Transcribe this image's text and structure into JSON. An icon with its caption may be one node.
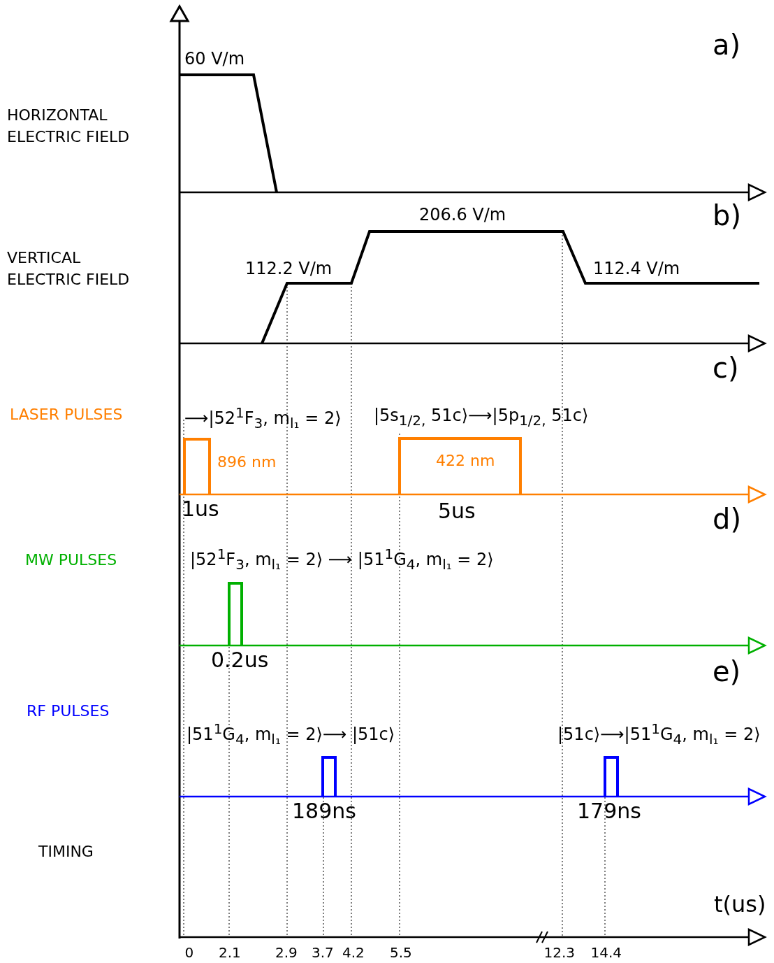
{
  "diagram": {
    "labels": [
      "a)",
      "60 V/m",
      "HORIZONTAL ELECTRIC FIELD",
      "b)",
      "206.6 V/m",
      "VERTICAL ELECTRIC FIELD",
      "112.2 V/m",
      "112.4 V/m",
      "c)",
      "LASER PULSES",
      "⟶|52$^{1}$F$_{3}$, m$_{l₁}$ = 2⟩",
      "|5s$_{1/2,}$ 51c⟩⟶|5p$_{1/2,}$ 51c⟩",
      "896 nm",
      "422 nm",
      "1us",
      "5us",
      "d)",
      "MW PULSES",
      "|52$^{1}$F$_{3}$, m$_{l₁}$ = 2⟩ ⟶ |51$^{1}$G$_{4}$, m$_{l₁}$ = 2⟩",
      "0.2us",
      "e)",
      "RF PULSES",
      "|51$^{1}$G$_{4}$, m$_{l₁}$ = 2⟩⟶ |51c⟩",
      "|51c⟩⟶|51$^{1}$G$_{4}$, m$_{l₁}$ = 2⟩",
      "189ns",
      "179ns",
      "TIMING",
      "t(us)",
      "0",
      "2.1",
      "2.9",
      "3.7",
      "4.2",
      "5.5",
      "12.3",
      "14.4"
    ]
  }
}
